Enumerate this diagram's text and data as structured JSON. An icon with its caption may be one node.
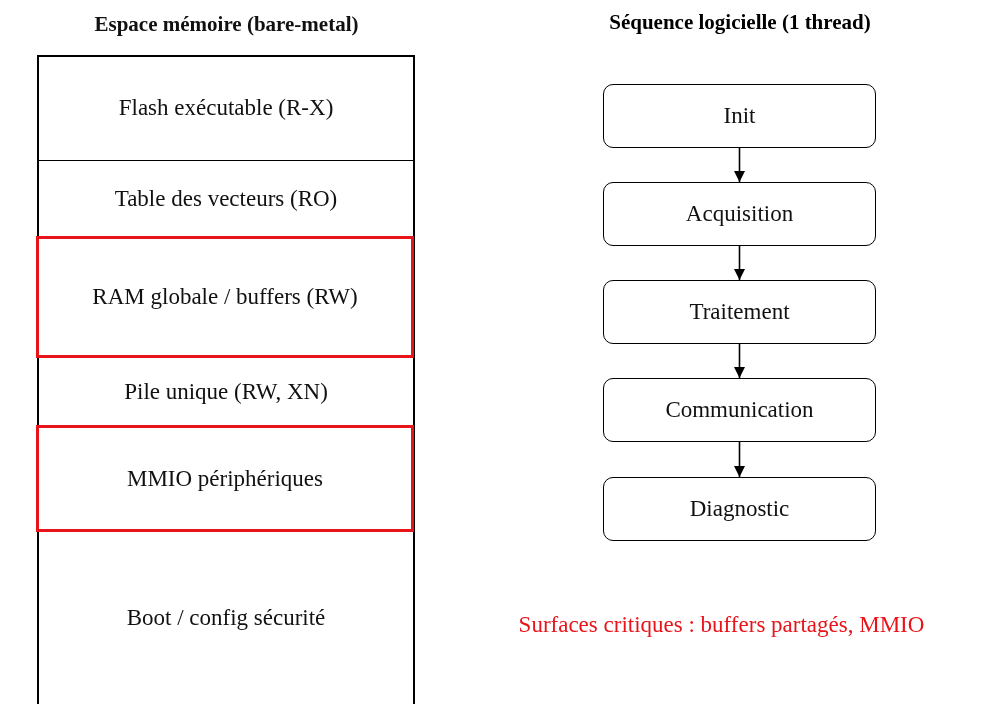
{
  "diagram": {
    "nodes": [
      {
        "text": [
          "Espace mémoire (bare-metal)"
        ]
      },
      {
        "text": [
          "Flash exécutable (R-X)"
        ],
        "in": 0
      },
      {
        "text": [
          "Table des vecteurs (RO)"
        ],
        "in": 0
      },
      {
        "text": [
          "RAM globale / buffers (RW)"
        ],
        "in": 0
      },
      {
        "text": [
          "Pile unique (RW, XN)"
        ],
        "in": 0
      },
      {
        "text": [
          "MMIO périphériques"
        ],
        "in": 0
      },
      {
        "text": [
          "Boot / config sécurité"
        ],
        "in": 0
      },
      {
        "text": [
          "Init"
        ]
      },
      {
        "text": [
          "Acquisition"
        ]
      },
      {
        "text": [
          "Traitement"
        ]
      },
      {
        "text": [
          "Communication"
        ]
      },
      {
        "text": [
          "Diagnostic"
        ]
      }
    ],
    "edges": [
      {
        "from": 7,
        "to": 8,
        "arrow": "to"
      },
      {
        "from": 8,
        "to": 9,
        "arrow": "to"
      },
      {
        "from": 9,
        "to": 10,
        "arrow": "to"
      },
      {
        "from": 10,
        "to": 11,
        "arrow": "to"
      }
    ],
    "labels": [
      "Séquence logicielle (1 thread)",
      "Surfaces critiques : buffers partagés, MMIO"
    ]
  }
}
